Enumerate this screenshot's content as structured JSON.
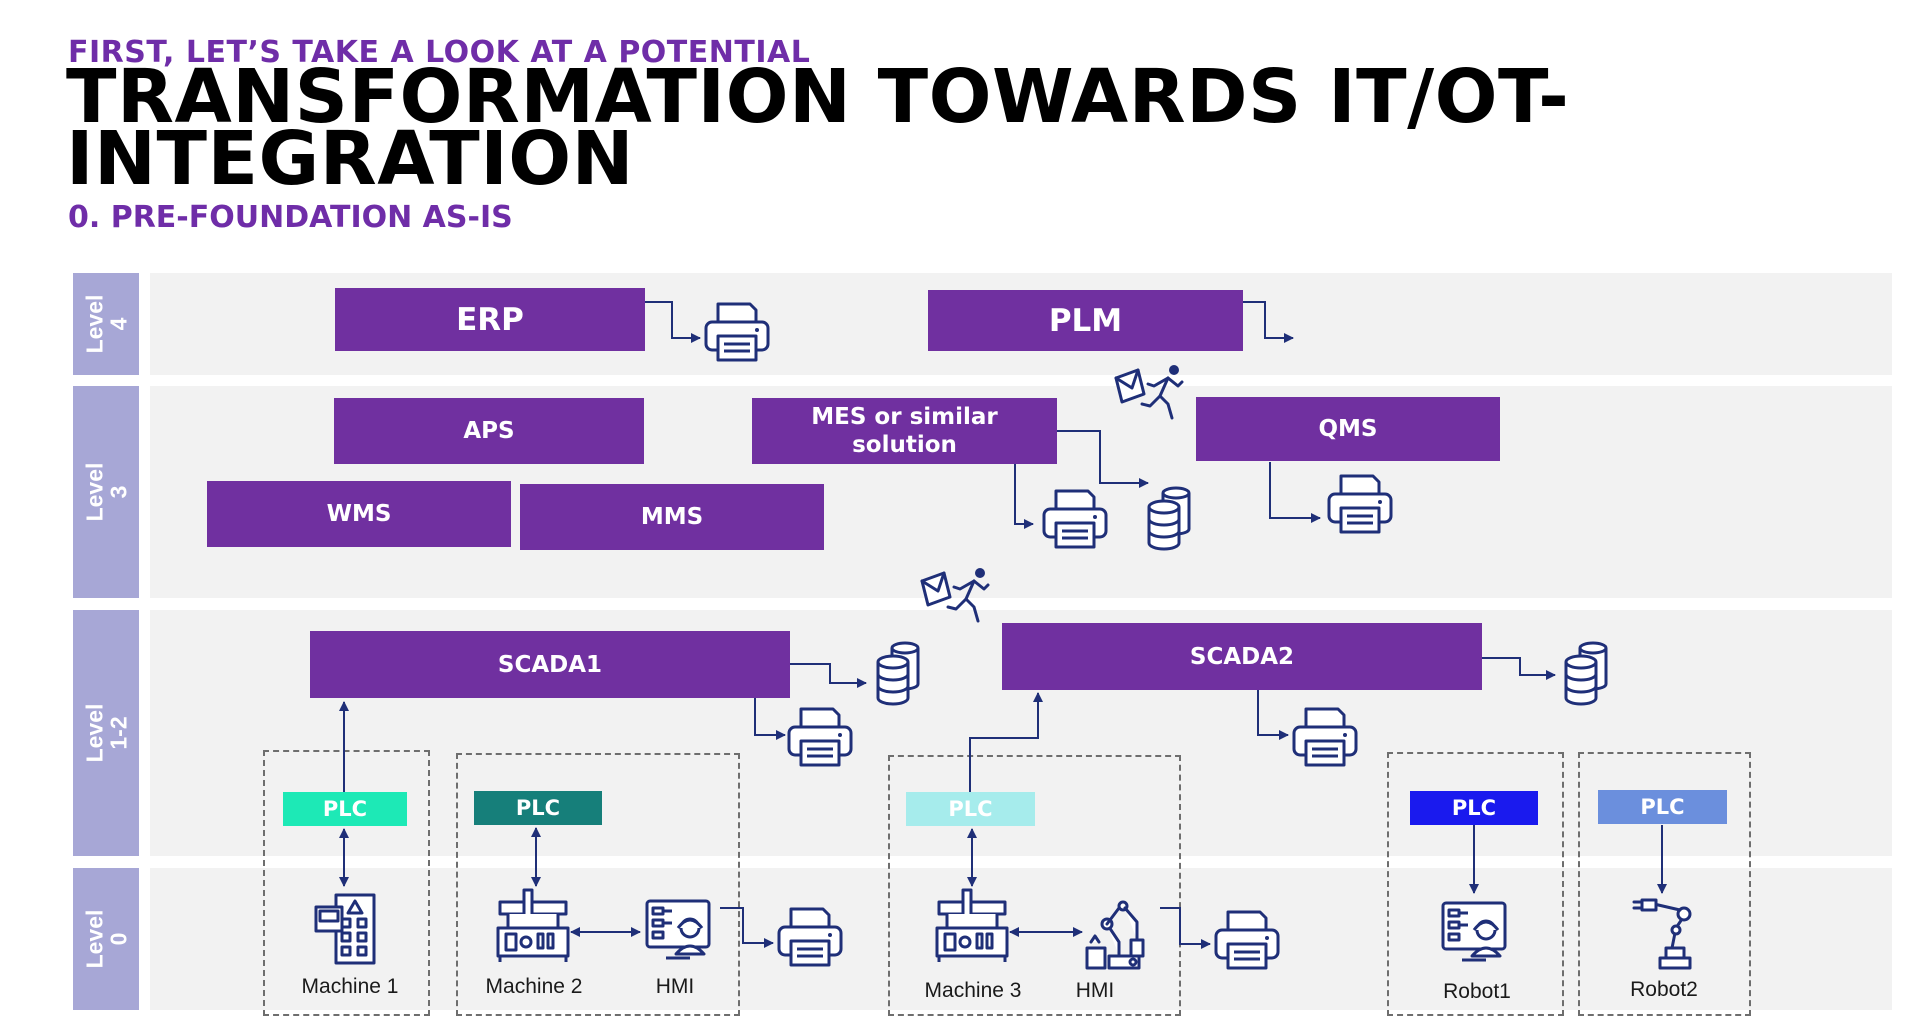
{
  "header": {
    "subtitle": "FIRST, LET’S TAKE A LOOK AT A POTENTIAL",
    "title": "TRANSFORMATION TOWARDS IT/OT-INTEGRATION",
    "section": "0. PRE-FOUNDATION AS-IS"
  },
  "levels": {
    "l4": "Level\n4",
    "l3": "Level\n3",
    "l12": "Level\n1-2",
    "l0": "Level\n0"
  },
  "systems": {
    "erp": "ERP",
    "plm": "PLM",
    "aps": "APS",
    "mes": "MES or similar solution",
    "qms": "QMS",
    "wms": "WMS",
    "mms": "MMS",
    "scada1": "SCADA1",
    "scada2": "SCADA2"
  },
  "plcs": {
    "plc1": "PLC",
    "plc2": "PLC",
    "plc3": "PLC",
    "plc4": "PLC",
    "plc5": "PLC"
  },
  "devices": {
    "machine1": "Machine 1",
    "machine2": "Machine 2",
    "hmi1": "HMI",
    "machine3": "Machine 3",
    "hmi2": "HMI",
    "robot1": "Robot1",
    "robot2": "Robot2"
  },
  "colors": {
    "accent": "#7030a0",
    "title_purple": "#6f2da8",
    "level_label": "#a7a7d6",
    "band": "#f2f2f2",
    "connector": "#1f2f78",
    "plc1": "#1de9b6",
    "plc2": "#167f7a",
    "plc3": "#a6ecec",
    "plc4": "#1a1aee",
    "plc5": "#6b8fdd"
  }
}
